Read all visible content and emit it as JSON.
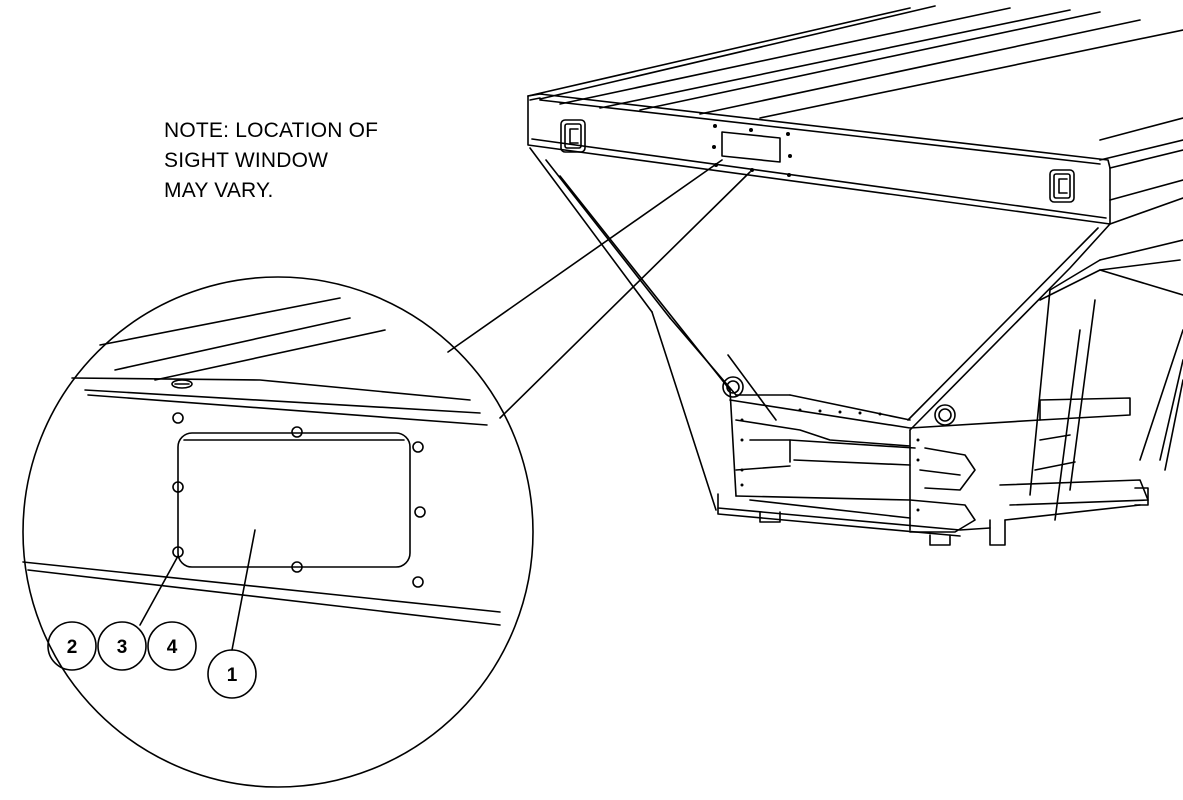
{
  "note": {
    "lines": [
      "NOTE: LOCATION OF",
      "SIGHT WINDOW",
      "MAY VARY."
    ]
  },
  "callouts": {
    "c1": "1",
    "c2": "2",
    "c3": "3",
    "c4": "4"
  },
  "icons": {
    "logo": "c-logo-icon"
  },
  "colors": {
    "line": "#000000",
    "background": "#ffffff"
  }
}
